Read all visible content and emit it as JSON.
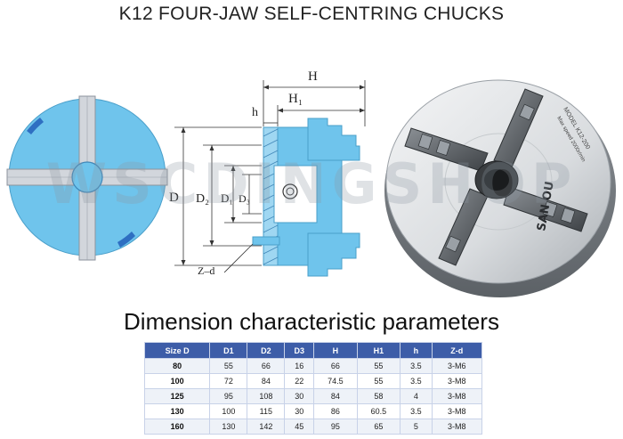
{
  "title": "K12 FOUR-JAW SELF-CENTRING CHUCKS",
  "watermark": "WSCDINGSHOP",
  "drawing_labels": {
    "H": "H",
    "H1": "H₁",
    "h": "h",
    "D": "D",
    "D2": "D₂",
    "D1": "D₁",
    "D3": "D₃",
    "Zd": "Z–d"
  },
  "photo_text": {
    "model": "MODEL K12-200",
    "speed": "Max speed 2000r/min",
    "brand": "SAN OU"
  },
  "subtitle": "Dimension characteristic parameters",
  "table": {
    "headers": [
      "Size D",
      "D1",
      "D2",
      "D3",
      "H",
      "H1",
      "h",
      "Z-d"
    ],
    "rows": [
      [
        "80",
        "55",
        "66",
        "16",
        "66",
        "55",
        "3.5",
        "3-M6"
      ],
      [
        "100",
        "72",
        "84",
        "22",
        "74.5",
        "55",
        "3.5",
        "3-M8"
      ],
      [
        "125",
        "95",
        "108",
        "30",
        "84",
        "58",
        "4",
        "3-M8"
      ],
      [
        "130",
        "100",
        "115",
        "30",
        "86",
        "60.5",
        "3.5",
        "3-M8"
      ],
      [
        "160",
        "130",
        "142",
        "45",
        "95",
        "65",
        "5",
        "3-M8"
      ]
    ]
  }
}
